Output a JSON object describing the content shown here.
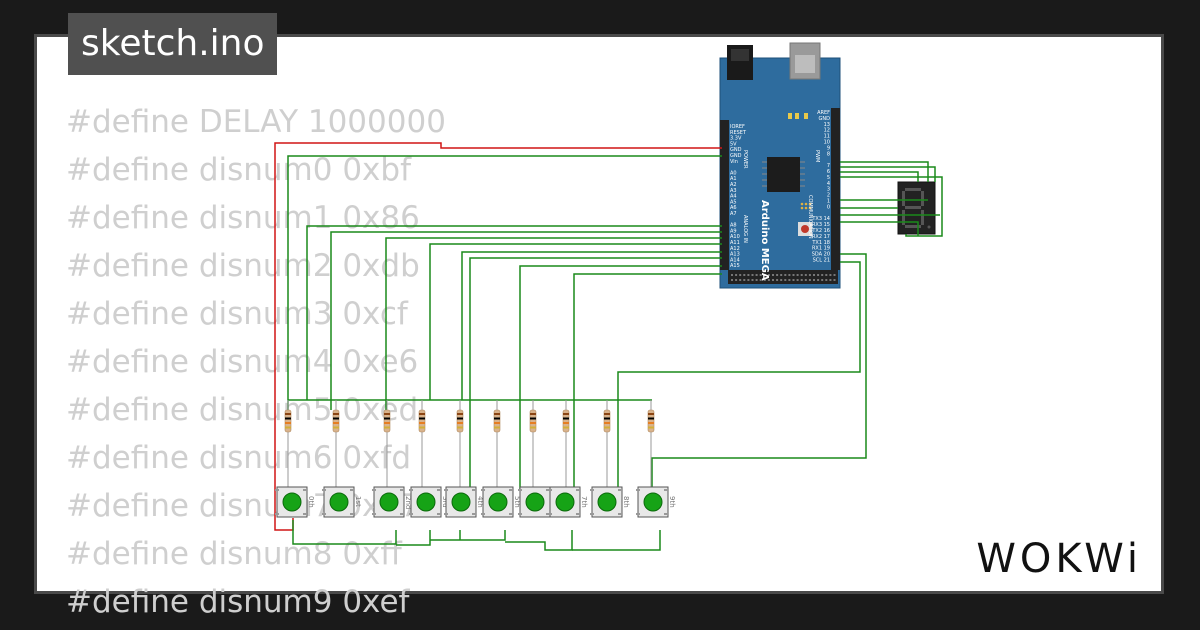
{
  "file_tab": {
    "name": "sketch.ino"
  },
  "code_lines": [
    "#define DELAY 1000000",
    "#define disnum0 0xbf",
    "#define disnum1 0x86",
    "#define disnum2 0xdb",
    "#define disnum3 0xcf",
    "#define disnum4 0xe6",
    "#define disnum5 0xed",
    "#define disnum6 0xfd",
    "#define disnum7 0x87",
    "#define disnum8 0xff",
    "#define disnum9 0xef"
  ],
  "board": {
    "name": "Arduino MEGA",
    "power_label": "POWER",
    "analog_label": "ANALOG IN",
    "comm_label": "COMMUNICATION",
    "pwm_label": "PWM",
    "left_pins": [
      "IOREF",
      "RESET",
      "3.3V",
      "5V",
      "GND",
      "GND",
      "Vin",
      "",
      "A0",
      "A1",
      "A2",
      "A3",
      "A4",
      "A5",
      "A6",
      "A7",
      "",
      "A8",
      "A9",
      "A10",
      "A11",
      "A12",
      "A13",
      "A14",
      "A15"
    ],
    "right_pins": [
      "AREF",
      "GND",
      "13",
      "12",
      "11",
      "10",
      "9",
      "8",
      "",
      "7",
      "6",
      "5",
      "4",
      "3",
      "2",
      "1",
      "0",
      "",
      "TX3 14",
      "RX3 15",
      "TX2 16",
      "RX2 17",
      "TX1 18",
      "RX1 19",
      "SDA 20",
      "SCL 21"
    ],
    "led_labels": [
      "TX",
      "RX",
      "L"
    ]
  },
  "buttons": [
    "0th",
    "1st",
    "2nd",
    "3rd",
    "4th",
    "5th",
    "6th",
    "7th",
    "8th",
    "9th"
  ],
  "logo": "WOKWi",
  "colors": {
    "wire_green": "#1a8a1a",
    "wire_red": "#d01515",
    "board_blue": "#2e6c9e",
    "button_green": "#16a316"
  }
}
